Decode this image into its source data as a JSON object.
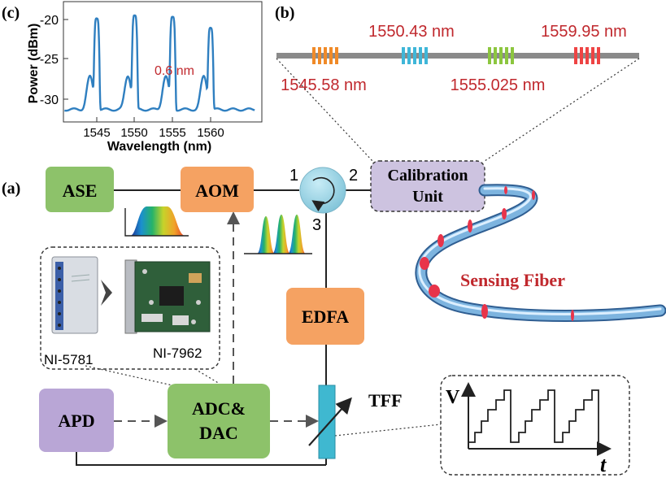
{
  "panel_labels": {
    "a": "(a)",
    "b": "(b)",
    "c": "(c)"
  },
  "spectrum": {
    "ylabel": "Power (dBm)",
    "xlabel": "Wavelength (nm)",
    "y_ticks": [
      "-20",
      "-25",
      "-30"
    ],
    "x_ticks": [
      "1545",
      "1550",
      "1555",
      "1560"
    ],
    "spacing_annotation": "0.6 nm",
    "line_color": "#2f7fc0"
  },
  "fbg_array": {
    "gratings": [
      {
        "wavelength": "1545.58 nm",
        "color": "#f08a28"
      },
      {
        "wavelength": "1550.43 nm",
        "color": "#3fb6d8"
      },
      {
        "wavelength": "1555.025 nm",
        "color": "#8cc63f"
      },
      {
        "wavelength": "1559.95 nm",
        "color": "#ee4444"
      }
    ],
    "label_color": "#c0282d"
  },
  "components": {
    "ase": "ASE",
    "aom": "AOM",
    "edfa": "EDFA",
    "apd": "APD",
    "adc_line1": "ADC&",
    "adc_line2": "DAC",
    "calibration_line1": "Calibration",
    "calibration_line2": "Unit",
    "tff": "TFF",
    "circulator_ports": [
      "1",
      "2",
      "3"
    ]
  },
  "hardware": {
    "digitizer": "NI-5781",
    "fpga": "NI-7962"
  },
  "sensing_fiber": {
    "label": "Sensing Fiber",
    "label_color": "#c0282d"
  },
  "sweep_plot": {
    "ylabel": "V",
    "xlabel": "t"
  },
  "colors": {
    "green_box": "#8dc26a",
    "orange_box": "#f5a262",
    "purple_box": "#b9a6d6",
    "calibration_box": "#cdc3e0",
    "circulator": "#9fd3e2",
    "tff": "#3fb8d0"
  }
}
